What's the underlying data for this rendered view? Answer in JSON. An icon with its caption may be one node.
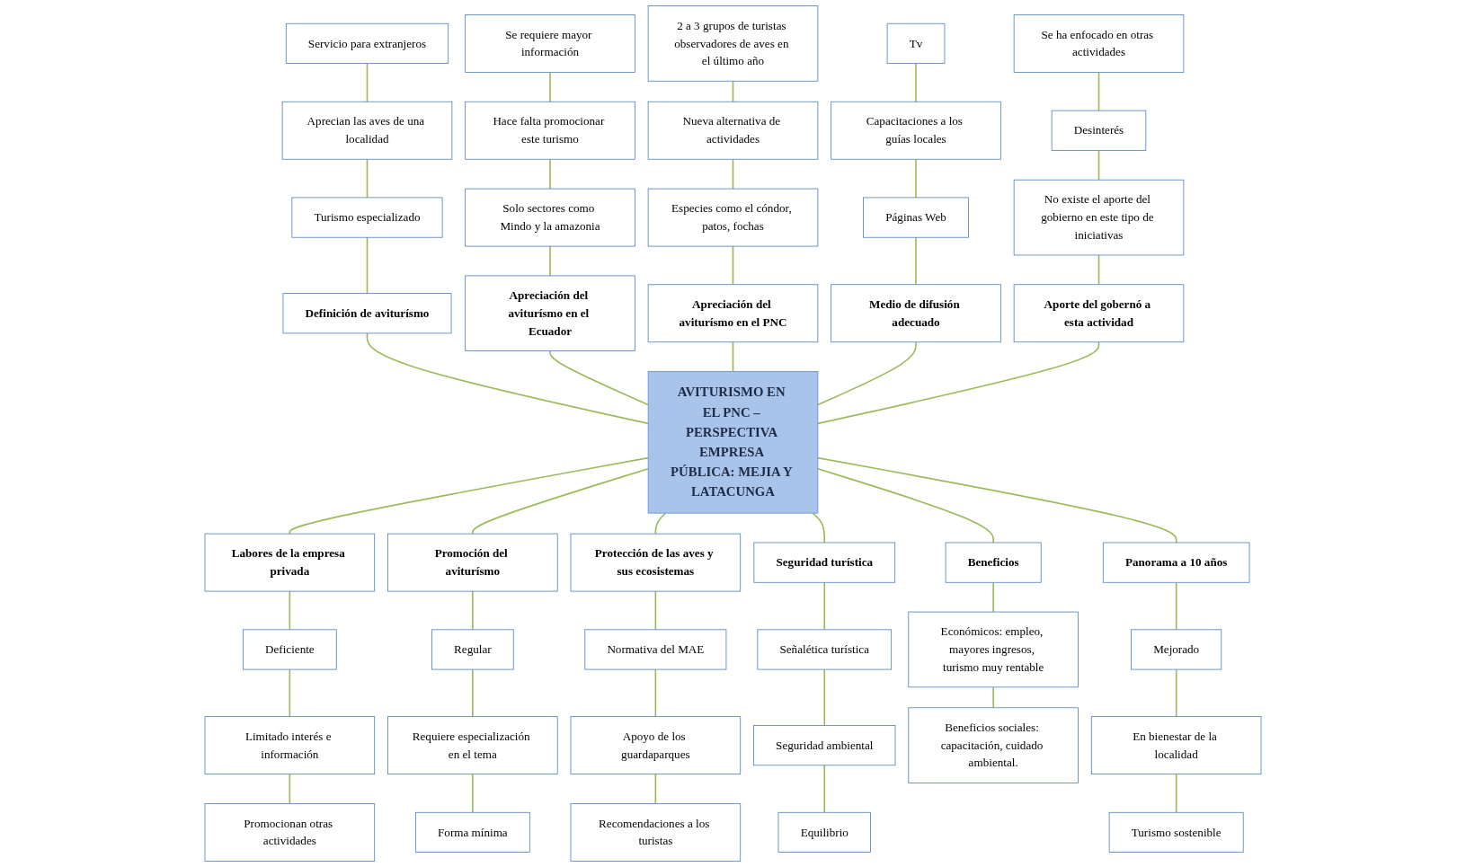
{
  "diagram": {
    "nodes": [
      {
        "text": [
          "Servicio para extranjeros"
        ]
      },
      {
        "text": [
          "Aprecian las aves de una localidad"
        ]
      },
      {
        "text": [
          "Turismo especializado"
        ]
      },
      {
        "text": [
          "Definición de aviturísmo"
        ]
      },
      {
        "text": [
          "Se requiere mayor información"
        ]
      },
      {
        "text": [
          "Hace falta promocionar este turismo"
        ]
      },
      {
        "text": [
          "Solo sectores como Mindo y la amazonia"
        ]
      },
      {
        "text": [
          "Apreciación del aviturísmo en el Ecuador"
        ]
      },
      {
        "text": [
          "2 a 3 grupos de turistas observadores de aves en el último año"
        ]
      },
      {
        "text": [
          "Nueva alternativa de actividades"
        ]
      },
      {
        "text": [
          "Especies como el cóndor, patos, fochas"
        ]
      },
      {
        "text": [
          "Apreciación del aviturísmo en el PNC"
        ]
      },
      {
        "text": [
          "Tv"
        ]
      },
      {
        "text": [
          "Capacitaciones a los guías locales"
        ]
      },
      {
        "text": [
          "Páginas Web"
        ]
      },
      {
        "text": [
          "Medio de difusión adecuado"
        ]
      },
      {
        "text": [
          "Se ha enfocado en otras actividades"
        ]
      },
      {
        "text": [
          "Desinterés"
        ]
      },
      {
        "text": [
          "No existe el aporte del gobierno en este tipo de iniciativas"
        ]
      },
      {
        "text": [
          "Aporte del gobernó a esta actividad"
        ]
      },
      {
        "text": [
          "AVITURISMO EN EL PNC – PERSPECTIVA EMPRESA PÚBLICA: MEJIA Y LATACUNGA"
        ]
      },
      {
        "text": [
          "Labores de la empresa privada"
        ]
      },
      {
        "text": [
          "Deficiente"
        ]
      },
      {
        "text": [
          "Limitado interés e información"
        ]
      },
      {
        "text": [
          "Promocionan otras actividades"
        ]
      },
      {
        "text": [
          "Promoción del aviturísmo"
        ]
      },
      {
        "text": [
          "Regular"
        ]
      },
      {
        "text": [
          "Requiere especialización en el tema"
        ]
      },
      {
        "text": [
          "Forma mínima"
        ]
      },
      {
        "text": [
          "Protección de las aves y sus ecosistemas"
        ]
      },
      {
        "text": [
          "Normativa del MAE"
        ]
      },
      {
        "text": [
          "Apoyo de los guardaparques"
        ]
      },
      {
        "text": [
          "Recomendaciones a los turistas"
        ]
      },
      {
        "text": [
          "Seguridad turística"
        ]
      },
      {
        "text": [
          "Señalética turística"
        ]
      },
      {
        "text": [
          "Seguridad ambiental"
        ]
      },
      {
        "text": [
          "Equilibrio"
        ]
      },
      {
        "text": [
          "Beneficios"
        ]
      },
      {
        "text": [
          "Económicos: empleo, mayores ingresos, turismo muy rentable"
        ]
      },
      {
        "text": [
          "Beneficios sociales: capacitación, cuidado ambiental."
        ]
      },
      {
        "text": [
          "Panorama a 10 años"
        ]
      },
      {
        "text": [
          "Mejorado"
        ]
      },
      {
        "text": [
          "En bienestar de la localidad"
        ]
      },
      {
        "text": [
          "Turismo sostenible"
        ]
      }
    ],
    "edges": [
      {
        "from": 0,
        "to": 1,
        "arrow": "none"
      },
      {
        "from": 1,
        "to": 2,
        "arrow": "none"
      },
      {
        "from": 2,
        "to": 3,
        "arrow": "none"
      },
      {
        "from": 3,
        "to": 20,
        "arrow": "none"
      },
      {
        "from": 4,
        "to": 5,
        "arrow": "none"
      },
      {
        "from": 5,
        "to": 6,
        "arrow": "none"
      },
      {
        "from": 6,
        "to": 7,
        "arrow": "none"
      },
      {
        "from": 7,
        "to": 20,
        "arrow": "none"
      },
      {
        "from": 8,
        "to": 9,
        "arrow": "none"
      },
      {
        "from": 9,
        "to": 10,
        "arrow": "none"
      },
      {
        "from": 10,
        "to": 11,
        "arrow": "none"
      },
      {
        "from": 11,
        "to": 20,
        "arrow": "none"
      },
      {
        "from": 12,
        "to": 13,
        "arrow": "none"
      },
      {
        "from": 13,
        "to": 14,
        "arrow": "none"
      },
      {
        "from": 14,
        "to": 15,
        "arrow": "none"
      },
      {
        "from": 15,
        "to": 20,
        "arrow": "none"
      },
      {
        "from": 16,
        "to": 17,
        "arrow": "none"
      },
      {
        "from": 17,
        "to": 18,
        "arrow": "none"
      },
      {
        "from": 18,
        "to": 19,
        "arrow": "none"
      },
      {
        "from": 19,
        "to": 20,
        "arrow": "none"
      },
      {
        "from": 20,
        "to": 21,
        "arrow": "none"
      },
      {
        "from": 21,
        "to": 22,
        "arrow": "none"
      },
      {
        "from": 22,
        "to": 23,
        "arrow": "none"
      },
      {
        "from": 23,
        "to": 24,
        "arrow": "none"
      },
      {
        "from": 20,
        "to": 25,
        "arrow": "none"
      },
      {
        "from": 25,
        "to": 26,
        "arrow": "none"
      },
      {
        "from": 26,
        "to": 27,
        "arrow": "none"
      },
      {
        "from": 27,
        "to": 28,
        "arrow": "none"
      },
      {
        "from": 20,
        "to": 29,
        "arrow": "none"
      },
      {
        "from": 29,
        "to": 30,
        "arrow": "none"
      },
      {
        "from": 30,
        "to": 31,
        "arrow": "none"
      },
      {
        "from": 31,
        "to": 32,
        "arrow": "none"
      },
      {
        "from": 20,
        "to": 33,
        "arrow": "none"
      },
      {
        "from": 33,
        "to": 34,
        "arrow": "none"
      },
      {
        "from": 34,
        "to": 35,
        "arrow": "none"
      },
      {
        "from": 35,
        "to": 36,
        "arrow": "none"
      },
      {
        "from": 20,
        "to": 37,
        "arrow": "none"
      },
      {
        "from": 37,
        "to": 38,
        "arrow": "none"
      },
      {
        "from": 38,
        "to": 39,
        "arrow": "none"
      },
      {
        "from": 20,
        "to": 40,
        "arrow": "none"
      },
      {
        "from": 40,
        "to": 41,
        "arrow": "none"
      },
      {
        "from": 41,
        "to": 42,
        "arrow": "none"
      },
      {
        "from": 42,
        "to": 43,
        "arrow": "none"
      }
    ]
  }
}
